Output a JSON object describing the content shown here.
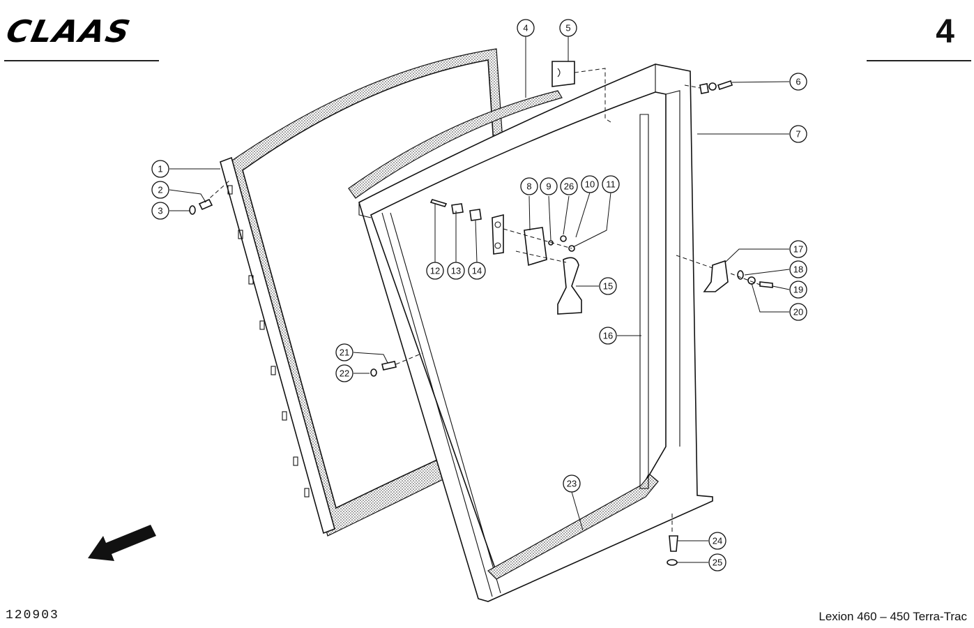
{
  "header": {
    "brand": "CLAAS",
    "page_number": "4"
  },
  "footer": {
    "drawing_number": "120903",
    "model": "Lexion 460 – 450 Terra-Trac"
  },
  "callouts": [
    {
      "id": "1",
      "label": "1"
    },
    {
      "id": "2",
      "label": "2"
    },
    {
      "id": "3",
      "label": "3"
    },
    {
      "id": "4",
      "label": "4"
    },
    {
      "id": "5",
      "label": "5"
    },
    {
      "id": "6",
      "label": "6"
    },
    {
      "id": "7",
      "label": "7"
    },
    {
      "id": "8",
      "label": "8"
    },
    {
      "id": "9",
      "label": "9"
    },
    {
      "id": "26",
      "label": "26"
    },
    {
      "id": "10",
      "label": "10"
    },
    {
      "id": "11",
      "label": "11"
    },
    {
      "id": "12",
      "label": "12"
    },
    {
      "id": "13",
      "label": "13"
    },
    {
      "id": "14",
      "label": "14"
    },
    {
      "id": "15",
      "label": "15"
    },
    {
      "id": "16",
      "label": "16"
    },
    {
      "id": "17",
      "label": "17"
    },
    {
      "id": "18",
      "label": "18"
    },
    {
      "id": "19",
      "label": "19"
    },
    {
      "id": "20",
      "label": "20"
    },
    {
      "id": "21",
      "label": "21"
    },
    {
      "id": "22",
      "label": "22"
    },
    {
      "id": "23",
      "label": "23"
    },
    {
      "id": "24",
      "label": "24"
    },
    {
      "id": "25",
      "label": "25"
    }
  ]
}
